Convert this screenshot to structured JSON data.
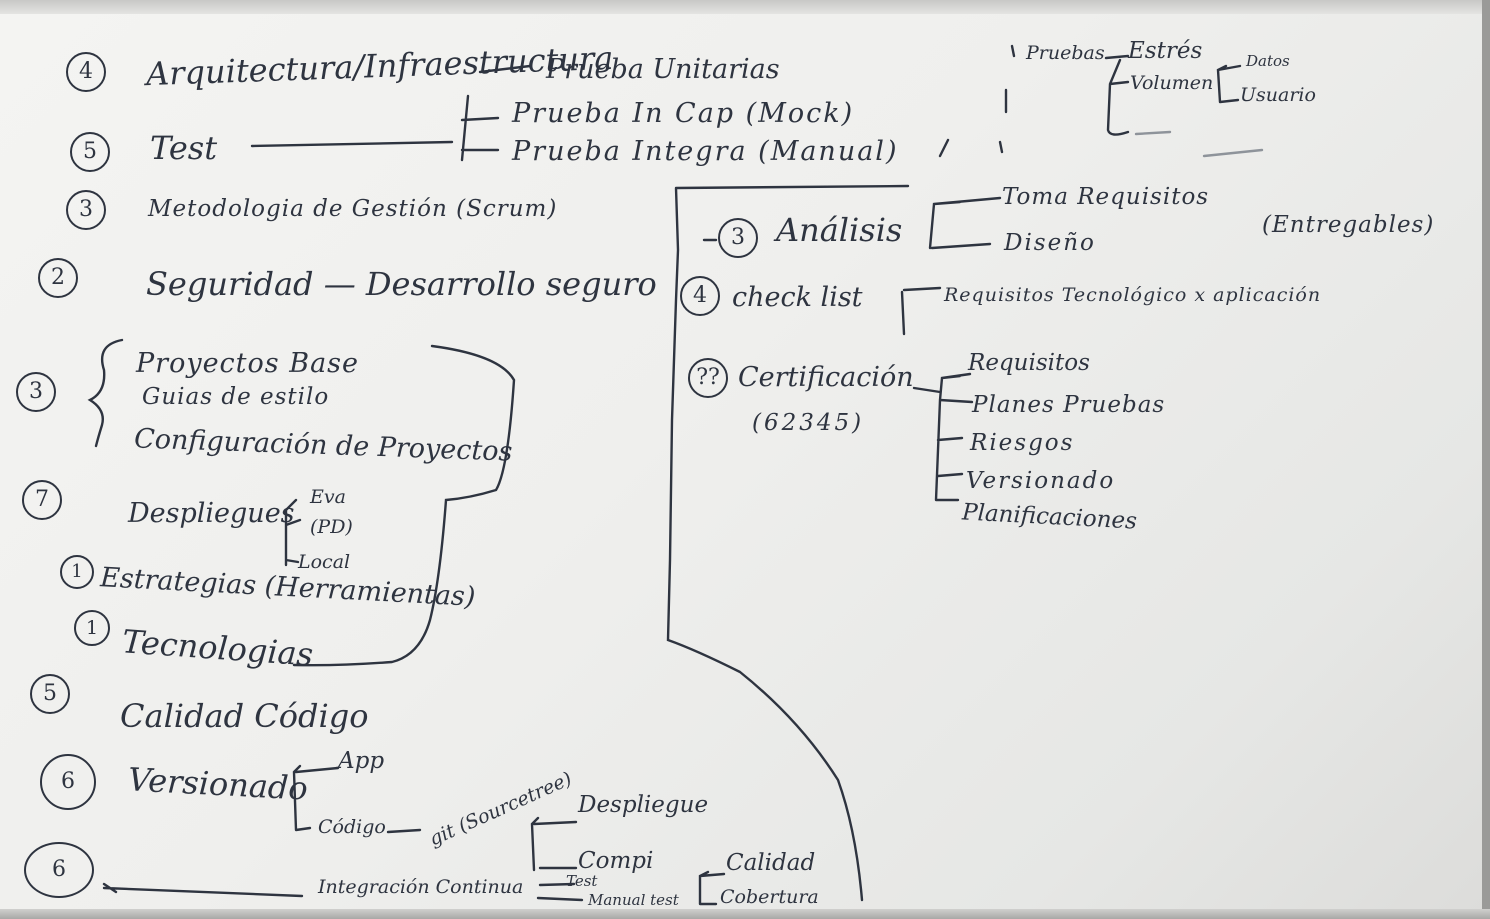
{
  "left": {
    "arquitectura": {
      "num": "4",
      "text": "Arquitectura/Infraestructura"
    },
    "test": {
      "num": "5",
      "text": "Test"
    },
    "pruebas": [
      "Prueba Unitarias",
      "Prueba In Cap (Mock)",
      "Prueba Integra (Manual)"
    ],
    "metodologia": {
      "num": "3",
      "text": "Metodologia de Gestión (Scrum)"
    },
    "seguridad": {
      "num": "2",
      "text": "Seguridad — Desarrollo seguro"
    },
    "base": {
      "num": "3",
      "items": [
        "Proyectos Base",
        "Guias de estilo",
        "Configuración de Proyectos"
      ]
    },
    "despliegues": {
      "num": "7",
      "text": "Despliegues",
      "items": [
        "Eva",
        "(PD)",
        "Local"
      ]
    },
    "estrategias": {
      "num": "1",
      "text": "Estrategias (Herramientas)"
    },
    "tecnologias": {
      "num": "1",
      "text": "Tecnologias"
    },
    "calidad": {
      "num": "5",
      "text": "Calidad Código"
    },
    "versionado": {
      "num": "6",
      "text": "Versionado",
      "items": [
        "App",
        "Código"
      ],
      "git": "git (Sourcetree)"
    },
    "integracion": {
      "num": "6",
      "text": "Integración Continua",
      "items": [
        "Despliegue",
        "Compi",
        "Test",
        "Manual test"
      ],
      "sub": [
        "Calidad",
        "Cobertura"
      ]
    }
  },
  "right": {
    "pruebas_carga": {
      "text": "Pruebas",
      "items": [
        "Estrés",
        "Volumen"
      ],
      "sub": [
        "Datos",
        "Usuario"
      ]
    },
    "analisis": {
      "num": "3",
      "text": "Análisis",
      "items": [
        "Toma Requisitos",
        "Diseño"
      ],
      "note": "(Entregables)"
    },
    "checklist": {
      "num": "4",
      "text": "check list",
      "item": "Requisitos Tecnológico x aplicación"
    },
    "certificacion": {
      "num": "??",
      "text": "Certificación",
      "code": "(62345)",
      "items": [
        "Requisitos",
        "Planes Pruebas",
        "Riesgos",
        "Versionado",
        "Planificaciones"
      ]
    }
  }
}
